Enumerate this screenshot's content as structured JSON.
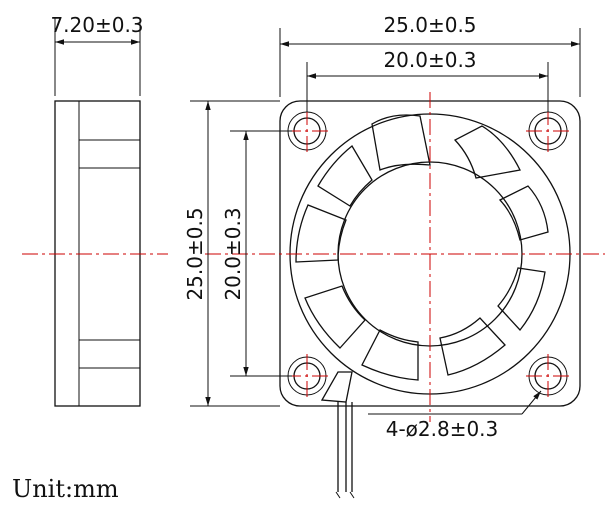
{
  "labels": {
    "thickness": "7.20±0.3",
    "outer_width": "25.0±0.5",
    "hole_spacing_h": "20.0±0.3",
    "outer_height": "25.0±0.5",
    "hole_spacing_v": "20.0±0.3",
    "holes": "4-ø2.8±0.3",
    "unit": "Unit:mm"
  },
  "colors": {
    "outline": "#111111",
    "centerline": "#cc0000"
  }
}
